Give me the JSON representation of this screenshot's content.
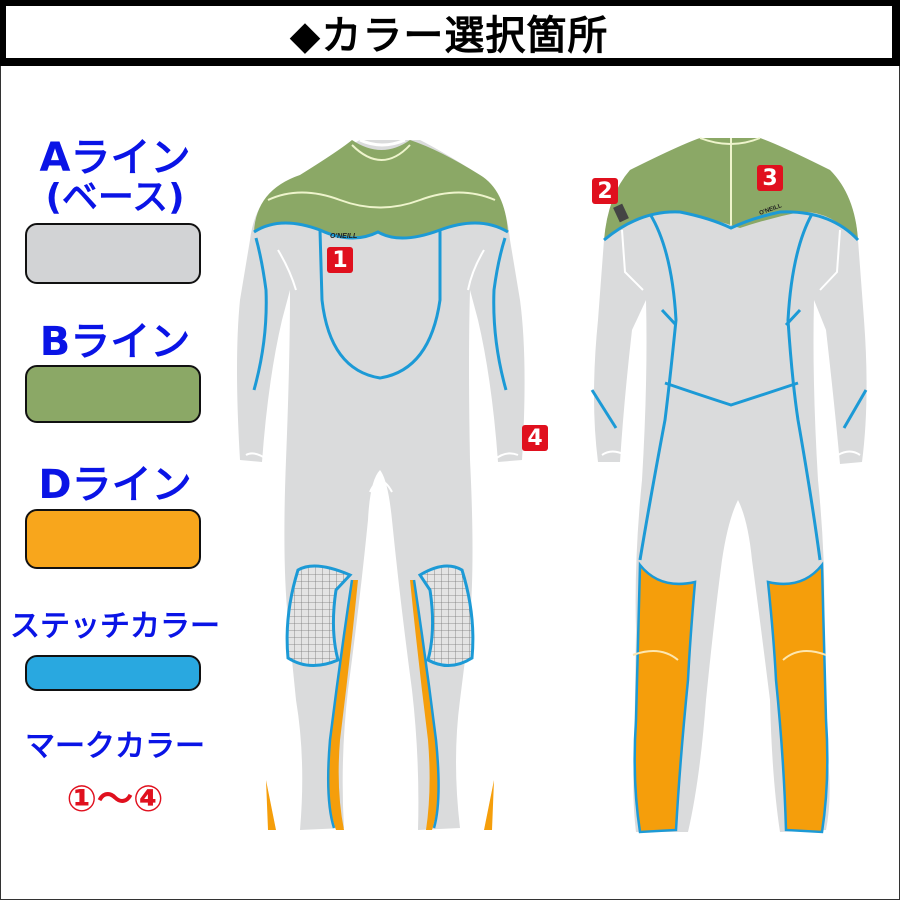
{
  "title": {
    "text": "◆カラー選択箇所"
  },
  "legend": {
    "items": [
      {
        "label_line1": "Aライン",
        "label_line2": "(ベース)",
        "color": "#d2d3d5"
      },
      {
        "label_line1": "Bライン",
        "color": "#8ba866"
      },
      {
        "label_line1": "Dライン",
        "color": "#f8a61c"
      },
      {
        "label_line1": "ステッチカラー",
        "color": "#29a8e0"
      }
    ],
    "mark": {
      "label": "マークカラー",
      "range": "①〜④",
      "range_color": "#e0101e"
    }
  },
  "diagram": {
    "front": {
      "logo": "O'NEILL",
      "badges": [
        "1",
        "4"
      ]
    },
    "back": {
      "logo": "O'NEILL",
      "badges": [
        "2",
        "3"
      ]
    },
    "colors": {
      "base": "#dadbdc",
      "b_line": "#8ba866",
      "d_line": "#f59e0b",
      "stitch": "#1c9ad6",
      "seam": "#ffffff",
      "badge": "#e0101e",
      "label_blue": "#0a14e6"
    }
  }
}
